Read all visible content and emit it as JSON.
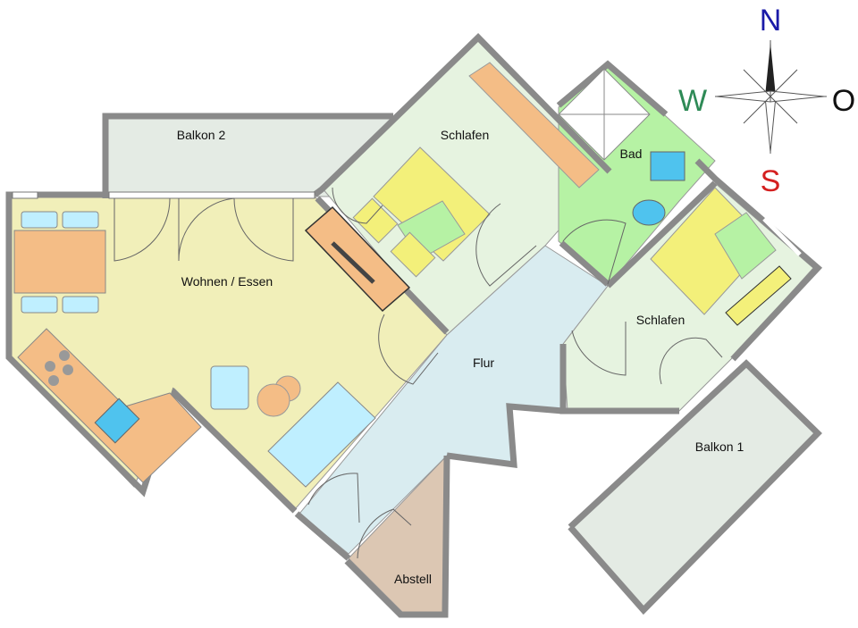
{
  "rooms": {
    "wohnen": "Wohnen / Essen",
    "balkon2": "Balkon 2",
    "schlafen1": "Schlafen",
    "bad": "Bad",
    "schlafen2": "Schlafen",
    "flur": "Flur",
    "balkon1": "Balkon 1",
    "abstell": "Abstell"
  },
  "compass": {
    "north": "N",
    "south": "S",
    "west": "W",
    "east": "O",
    "colors": {
      "north": "#1a1aa8",
      "south": "#d42020",
      "west": "#2e8a56",
      "east": "#111111"
    }
  },
  "colors": {
    "wohnen": "#f1efb9",
    "schlafen": "#e6f3e0",
    "bad": "#b6f2a4",
    "flur": "#d9ecf0",
    "balkon": "#e4ebe4",
    "abstell": "#dcc7b3",
    "wall": "#8a8a8a",
    "kitchen": "#f4bd86",
    "bed": "#f3f07a",
    "furniture_blue": "#bfefff"
  }
}
